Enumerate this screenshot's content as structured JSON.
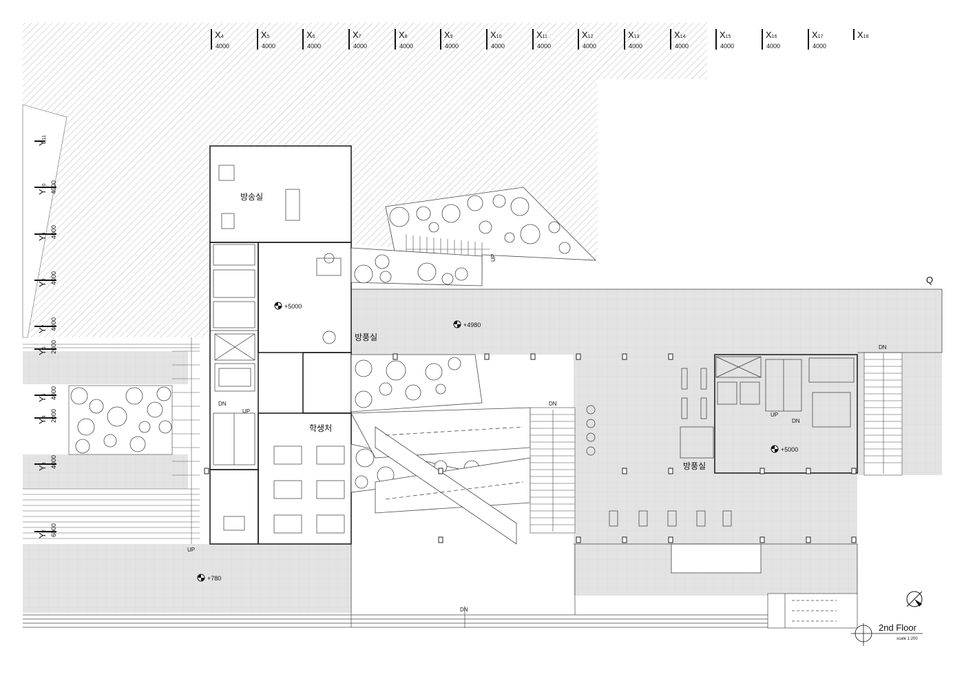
{
  "x_grid": [
    {
      "id": "X4",
      "letter": "X",
      "sub": "4",
      "span": "4000"
    },
    {
      "id": "X5",
      "letter": "X",
      "sub": "5",
      "span": "4000"
    },
    {
      "id": "X6",
      "letter": "X",
      "sub": "6",
      "span": "4000"
    },
    {
      "id": "X7",
      "letter": "X",
      "sub": "7",
      "span": "4000"
    },
    {
      "id": "X8",
      "letter": "X",
      "sub": "8",
      "span": "4000"
    },
    {
      "id": "X9",
      "letter": "X",
      "sub": "9",
      "span": "4000"
    },
    {
      "id": "X10",
      "letter": "X",
      "sub": "10",
      "span": "4000"
    },
    {
      "id": "X11",
      "letter": "X",
      "sub": "11",
      "span": "4000"
    },
    {
      "id": "X12",
      "letter": "X",
      "sub": "12",
      "span": "4000"
    },
    {
      "id": "X13",
      "letter": "X",
      "sub": "13",
      "span": "4000"
    },
    {
      "id": "X14",
      "letter": "X",
      "sub": "14",
      "span": "4000"
    },
    {
      "id": "X15",
      "letter": "X",
      "sub": "15",
      "span": "4000"
    },
    {
      "id": "X16",
      "letter": "X",
      "sub": "16",
      "span": "4000"
    },
    {
      "id": "X17",
      "letter": "X",
      "sub": "17",
      "span": "4000"
    },
    {
      "id": "X18",
      "letter": "X",
      "sub": "18",
      "span": ""
    }
  ],
  "y_grid": [
    {
      "id": "Y11",
      "letter": "Y",
      "sub": "11",
      "span": ""
    },
    {
      "id": "Y10",
      "letter": "Y",
      "sub": "10",
      "span": "4000"
    },
    {
      "id": "Y9",
      "letter": "Y",
      "sub": "9",
      "span": "4000"
    },
    {
      "id": "Y8",
      "letter": "Y",
      "sub": "8",
      "span": "4000"
    },
    {
      "id": "Y7",
      "letter": "Y",
      "sub": "7",
      "span": "4000"
    },
    {
      "id": "Y6",
      "letter": "Y",
      "sub": "6",
      "span": "2000"
    },
    {
      "id": "Y5",
      "letter": "Y",
      "sub": "5",
      "span": "4000"
    },
    {
      "id": "Y4",
      "letter": "Y",
      "sub": "4",
      "span": "2000"
    },
    {
      "id": "Y3",
      "letter": "Y",
      "sub": "3",
      "span": "4000"
    },
    {
      "id": "Y2",
      "letter": "Y",
      "sub": "2",
      "span": "6000"
    }
  ],
  "grid_q": "Q",
  "rooms": {
    "broadcast": "방송실",
    "student_affairs": "학생처",
    "windbreak_left": "방풍실",
    "windbreak_right": "방풍실"
  },
  "levels": {
    "hall_left": "+5000",
    "plaza": "+4980",
    "core_right": "+5000",
    "ground": "+780"
  },
  "stair_marks": {
    "up_ramp": "UP",
    "left_core_dn": "DN",
    "left_core_up": "UP",
    "left_stair_up": "UP",
    "center_dn": "DN",
    "right_core_up": "UP",
    "right_core_dn": "DN",
    "right_stair_dn": "DN",
    "bottom_dn": "DN"
  },
  "title": {
    "name": "2nd Floor",
    "scale": "scale 1:200"
  },
  "colors": {
    "hatch": "#9a9a9a",
    "paving": "#e4e4e4",
    "line": "#222222"
  }
}
